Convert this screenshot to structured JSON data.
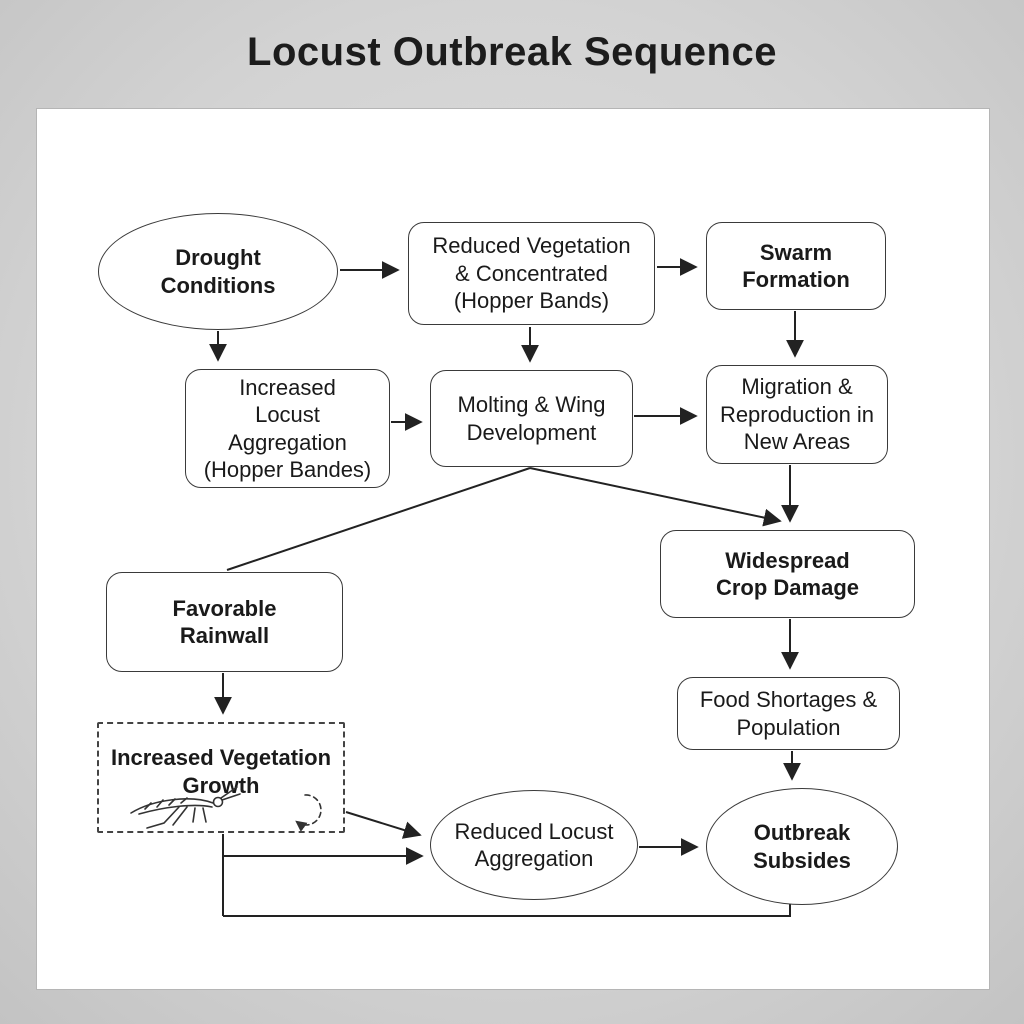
{
  "title": "Locust Outbreak Sequence",
  "colors": {
    "background": "#d3d3d3",
    "panel": "#ffffff",
    "stroke": "#3a3a3a",
    "text": "#1a1a1a",
    "arrow": "#222222"
  },
  "diagram_type": "flowchart",
  "nodes": {
    "drought": {
      "label": "Drought\nConditions",
      "shape": "ellipse"
    },
    "reduced_vegetation": {
      "label": "Reduced Vegetation\n& Concentrated\n(Hopper Bands)",
      "shape": "rounded-rect"
    },
    "swarm": {
      "label": "Swarm\nFormation",
      "shape": "rounded-rect"
    },
    "increased_aggregation": {
      "label": "Increased\nLocust Aggregation\n(Hopper Bandes)",
      "shape": "rounded-rect"
    },
    "molting": {
      "label": "Molting & Wing\nDevelopment",
      "shape": "rounded-rect"
    },
    "migration": {
      "label": "Migration &\nReproduction in\nNew Areas",
      "shape": "rounded-rect"
    },
    "crop_damage": {
      "label": "Widespread\nCrop Damage",
      "shape": "rounded-rect"
    },
    "rainfall": {
      "label": "Favorable\nRainwall",
      "shape": "rounded-rect"
    },
    "food_shortages": {
      "label": "Food Shortages &\nPopulation",
      "shape": "rounded-rect"
    },
    "vegetation_growth": {
      "label": "Increased Vegetation\nGrowth",
      "shape": "dashed-rect",
      "icon": "locust-sketch"
    },
    "reduced_aggregation": {
      "label": "Reduced Locust\nAggregation",
      "shape": "ellipse"
    },
    "outbreak_subsides": {
      "label": "Outbreak\nSubsides",
      "shape": "ellipse"
    }
  },
  "edges": [
    {
      "from": "drought",
      "to": "reduced_vegetation"
    },
    {
      "from": "reduced_vegetation",
      "to": "swarm"
    },
    {
      "from": "drought",
      "to": "increased_aggregation"
    },
    {
      "from": "reduced_vegetation",
      "to": "molting"
    },
    {
      "from": "swarm",
      "to": "migration"
    },
    {
      "from": "increased_aggregation",
      "to": "molting"
    },
    {
      "from": "molting",
      "to": "migration"
    },
    {
      "from": "migration",
      "to": "crop_damage"
    },
    {
      "from": "molting",
      "to": "rainfall"
    },
    {
      "from": "molting",
      "to": "crop_damage"
    },
    {
      "from": "crop_damage",
      "to": "food_shortages"
    },
    {
      "from": "food_shortages",
      "to": "outbreak_subsides"
    },
    {
      "from": "rainfall",
      "to": "vegetation_growth"
    },
    {
      "from": "vegetation_growth",
      "to": "reduced_aggregation"
    },
    {
      "from": "vegetation_growth",
      "to": "outbreak_subsides"
    },
    {
      "from": "reduced_aggregation",
      "to": "outbreak_subsides"
    }
  ]
}
